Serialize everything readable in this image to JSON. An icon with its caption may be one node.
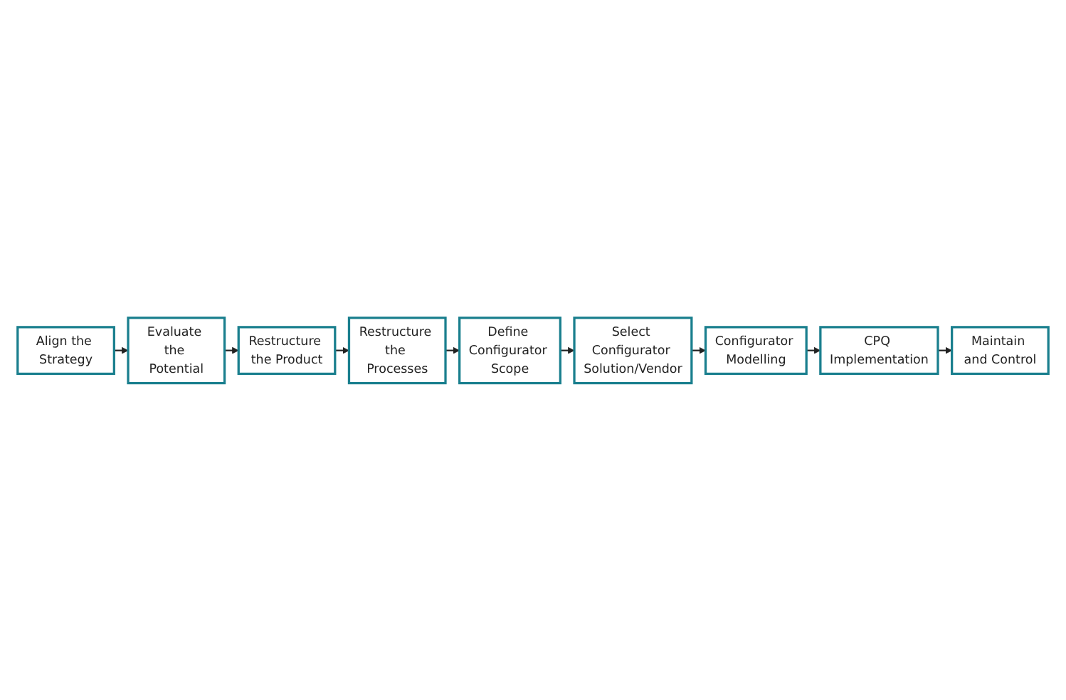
{
  "diagram": {
    "nodes": [
      {
        "text": [
          "Align the Strategy"
        ]
      },
      {
        "text": [
          "Evaluate the Potential"
        ]
      },
      {
        "text": [
          "Restructure the Product"
        ]
      },
      {
        "text": [
          "Restructure the Processes"
        ]
      },
      {
        "text": [
          "Define Configurator Scope"
        ]
      },
      {
        "text": [
          "Select Configurator Solution/Vendor"
        ]
      },
      {
        "text": [
          "Configurator Modelling"
        ]
      },
      {
        "text": [
          "CPQ Implementation"
        ]
      },
      {
        "text": [
          "Maintain and Control"
        ]
      }
    ],
    "edges": [
      {
        "from": 0,
        "to": 1,
        "arrow": "to"
      },
      {
        "from": 1,
        "to": 2,
        "arrow": "to"
      },
      {
        "from": 2,
        "to": 3,
        "arrow": "to"
      },
      {
        "from": 3,
        "to": 4,
        "arrow": "to"
      },
      {
        "from": 4,
        "to": 5,
        "arrow": "to"
      },
      {
        "from": 5,
        "to": 6,
        "arrow": "to"
      },
      {
        "from": 6,
        "to": 7,
        "arrow": "to"
      },
      {
        "from": 7,
        "to": 8,
        "arrow": "to"
      }
    ]
  }
}
